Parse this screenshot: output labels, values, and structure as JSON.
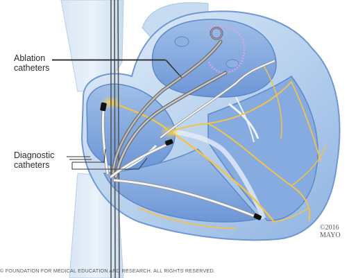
{
  "labels": {
    "ablation": "Ablation\ncatheters",
    "diagnostic": "Diagnostic\ncatheters"
  },
  "copyright_mark": "©2016\nMAYO",
  "footer": "© FOUNDATION FOR MEDICAL EDUCATION AND RESEARCH. ALL RIGHTS RESERVED.",
  "colors": {
    "heart_light": "#d6e6f5",
    "heart_mid": "#a9c8ea",
    "heart_dark": "#5f8fcf",
    "chamber": "#7fa6dd",
    "conduction": "#f2c34a",
    "ablation_path": "#d7a6e8",
    "catheter": "#f3f3f3",
    "catheter_dark": "#555555",
    "label_text": "#2a2a2a"
  }
}
